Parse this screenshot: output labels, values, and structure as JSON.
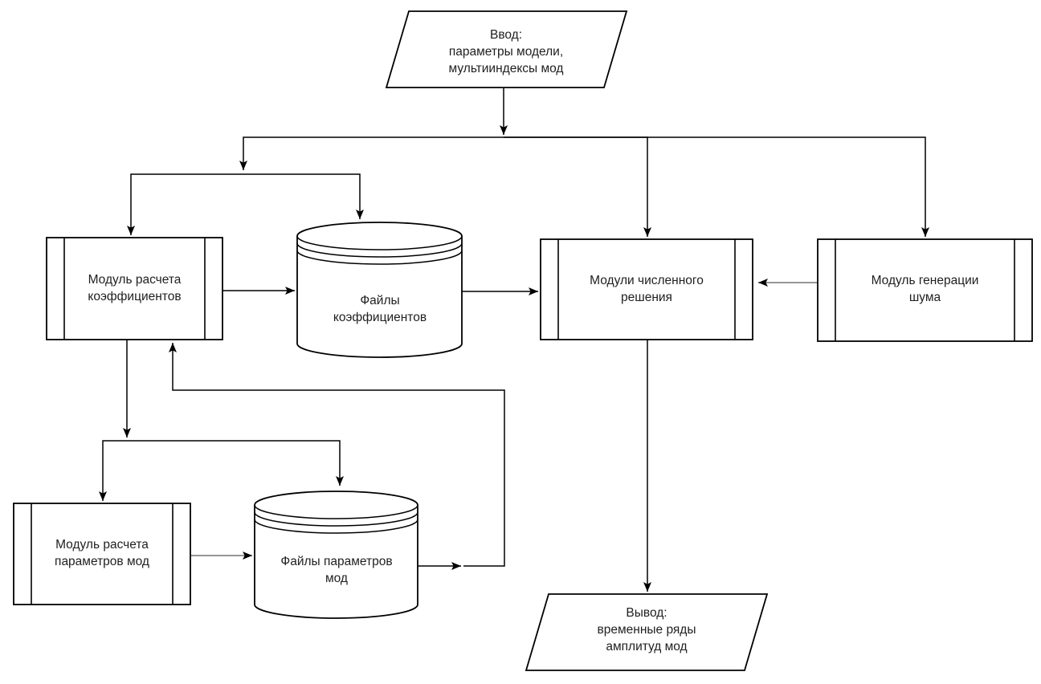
{
  "diagram": {
    "background": "#ffffff",
    "colors": {
      "shape_border": "#000000",
      "shape_fill": "#ffffff",
      "connector": "#000000",
      "connector_secondary": "#969696",
      "text": "#1f1f1f"
    },
    "nodes": {
      "input": {
        "shape": "parallelogram",
        "label": "Ввод:\nпараметры модели,\nмультииндексы мод"
      },
      "coeff_module": {
        "shape": "predefined-process",
        "label": "Модуль расчета\nкоэффициентов"
      },
      "coeff_files": {
        "shape": "database-cylinder",
        "label": "Файлы\nкоэффициентов"
      },
      "numerical_modules": {
        "shape": "predefined-process",
        "label": "Модули численного\nрешения"
      },
      "noise_module": {
        "shape": "predefined-process",
        "label": "Модуль генерации\nшума"
      },
      "mode_params_module": {
        "shape": "predefined-process",
        "label": "Модуль расчета\nпараметров мод"
      },
      "mode_params_files": {
        "shape": "database-cylinder",
        "label": "Файлы параметров\nмод"
      },
      "output": {
        "shape": "parallelogram",
        "label": "Вывод:\nвременные ряды\nамплитуд мод"
      }
    }
  }
}
